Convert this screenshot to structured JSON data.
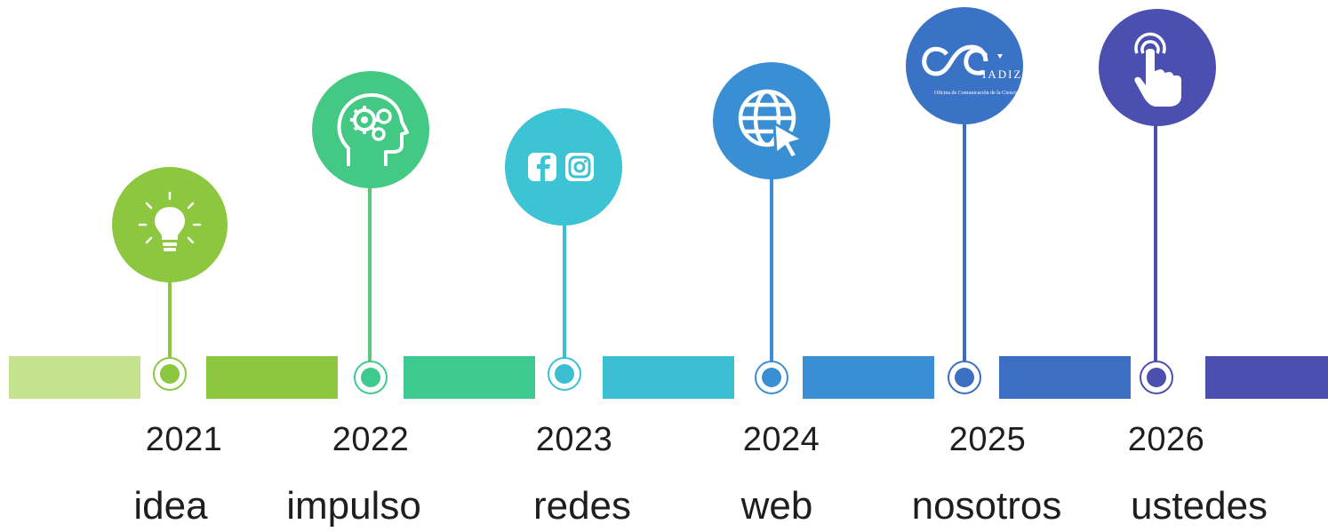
{
  "timeline": [
    {
      "year": "2021",
      "label": "idea",
      "color": "#8dc63f",
      "icon": "lightbulb-icon"
    },
    {
      "year": "2022",
      "label": "impulso",
      "color": "#3ec98f",
      "icon": "head-gears-icon"
    },
    {
      "year": "2023",
      "label": "redes",
      "color": "#3cbfd2",
      "icon": "social-media-icon"
    },
    {
      "year": "2024",
      "label": "web",
      "color": "#3a8fd4",
      "icon": "globe-cursor-icon"
    },
    {
      "year": "2025",
      "label": "nosotros",
      "color": "#3a6fc4",
      "icon": "iadiza-logo-icon"
    },
    {
      "year": "2026",
      "label": "ustedes",
      "color": "#4a4fb0",
      "icon": "pointing-hand-icon"
    }
  ],
  "logo": {
    "name": "IADIZA",
    "subtitle": "Oficina de Comunicación de la Ciencia"
  }
}
